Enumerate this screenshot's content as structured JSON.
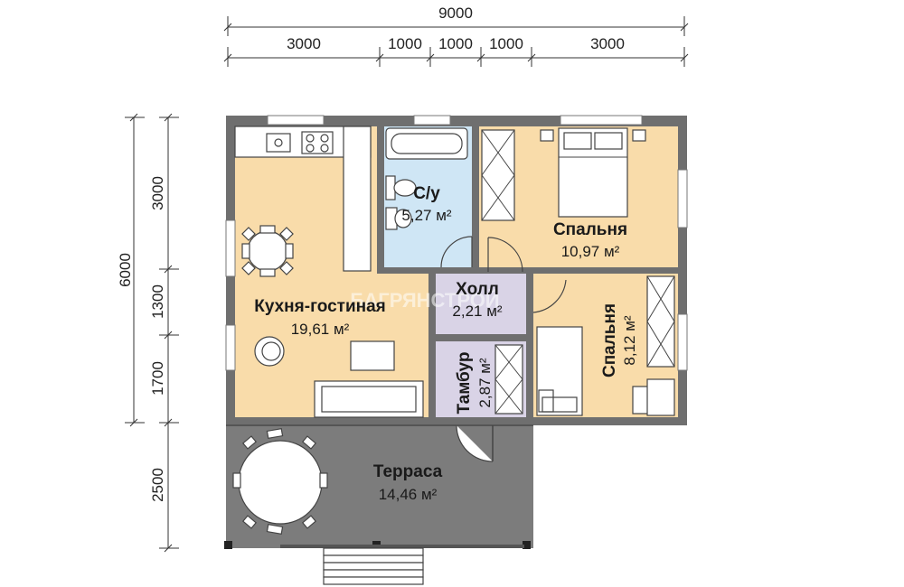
{
  "dimensions": {
    "top_total": "9000",
    "top_segments": [
      "3000",
      "1000",
      "1000",
      "1000",
      "3000"
    ],
    "left_total": "6000",
    "left_segments": [
      "3000",
      "1300",
      "1700"
    ],
    "left_terrace": "2500"
  },
  "rooms": {
    "kitchen": {
      "name": "Кухня-гостиная",
      "area": "19,61 м²"
    },
    "bathroom": {
      "name": "С/у",
      "area": "5,27 м²"
    },
    "bedroom1": {
      "name": "Спальня",
      "area": "10,97 м²"
    },
    "hall": {
      "name": "Холл",
      "area": "2,21 м²"
    },
    "bedroom2": {
      "name": "Спальня",
      "area": "8,12 м²"
    },
    "vestibule": {
      "name": "Тамбур",
      "area": "2,87 м²"
    },
    "terrace": {
      "name": "Терраса",
      "area": "14,46 м²"
    }
  },
  "watermark": "БАГРЯНСТРОЙ",
  "colors": {
    "room_fill": "#f9dcaa",
    "bathroom_fill": "#cfe6f5",
    "hall_fill": "#d9d3e6",
    "terrace_fill": "#7c7c7c",
    "wall": "#6f6f6f"
  }
}
